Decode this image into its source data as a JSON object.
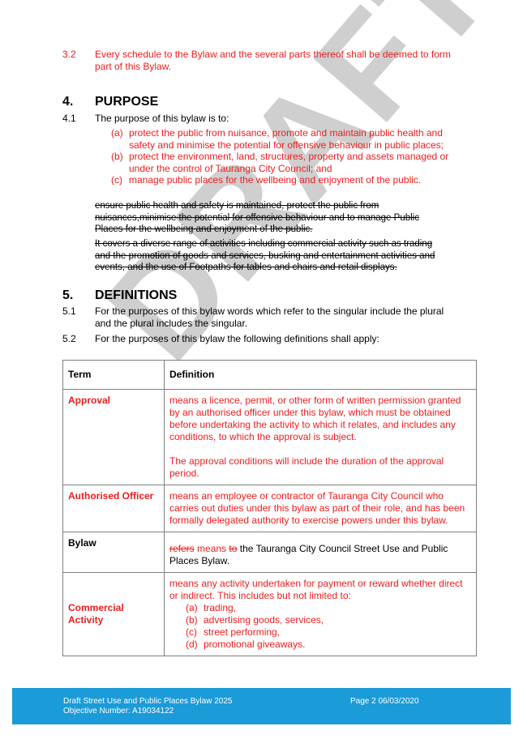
{
  "clause_3_2": {
    "num": "3.2",
    "text_line1": "Every schedule to the Bylaw and the several parts thereof shall be deemed to form",
    "text_line2": "part of this Bylaw."
  },
  "section4": {
    "num": "4.",
    "title": "PURPOSE",
    "clause": {
      "num": "4.1",
      "text": "The purpose of this bylaw is to:"
    },
    "items": [
      {
        "n": "(a)",
        "line1": "protect the public from nuisance, promote and maintain public health and",
        "line2": "safety and minimise the potential for offensive behaviour in public places;"
      },
      {
        "n": "(b)",
        "line1": "protect the environment, land, structures, property and assets managed or",
        "line2": "under the control of Tauranga City Council; and"
      },
      {
        "n": "(c)",
        "line1": "manage public places for the wellbeing and enjoyment of the public.",
        "line2": ""
      }
    ],
    "deleted_para1": [
      "ensure public health and safety is maintained, protect the public from",
      "nuisances,minimise the potential for offensive behaviour and to manage Public",
      "Places for the wellbeing and enjoyment of the public."
    ],
    "deleted_para2": [
      "It covers a diverse range of activities including commercial activity such as trading",
      "and the promotion of goods and services, busking and entertainment activities and",
      "events, and the use of Footpaths for tables and chairs and retail displays."
    ]
  },
  "section5": {
    "num": "5.",
    "title": "DEFINITIONS",
    "clause1": {
      "num": "5.1",
      "line1": "For the purposes of this bylaw words which refer to the singular include the plural",
      "line2": "and the plural includes the singular."
    },
    "clause2": {
      "num": "5.2",
      "text": "For the purposes of this bylaw the following definitions shall apply:"
    }
  },
  "table": {
    "header_term": "Term",
    "header_def": "Definition",
    "approval": {
      "term": "Approval",
      "def1": "means a licence, permit, or other form of written permission granted by an authorised officer under this bylaw, which must be obtained before undertaking the activity to which it relates, and includes any conditions, to which the approval is subject.",
      "def2": "The approval conditions will include the duration of the approval period."
    },
    "authorised_officer": {
      "term": "Authorised Officer",
      "def": "means an employee or contractor of Tauranga City Council who carries out duties under this bylaw as part of their role, and has been formally delegated authority to exercise powers under this bylaw."
    },
    "bylaw": {
      "term": "Bylaw",
      "del1": "refers",
      "ins": "means",
      "del2": "to",
      "rest": "the Tauranga City Council Street Use and Public Places Bylaw."
    },
    "commercial_activity": {
      "term": "Commercial Activity",
      "intro": "means any activity undertaken for payment or reward whether direct or indirect. This includes but not limited to:",
      "items": [
        {
          "n": "(a)",
          "t": "trading,"
        },
        {
          "n": "(b)",
          "t": "advertising goods, services,"
        },
        {
          "n": "(c)",
          "t": "street performing,"
        },
        {
          "n": "(d)",
          "t": "promotional giveaways."
        }
      ]
    }
  },
  "footer": {
    "title": "Draft Street Use and Public Places Bylaw 2025",
    "objective": "Objective Number: A19034122",
    "page": "Page 2 06/03/2020"
  },
  "watermark": "DRAFT",
  "colors": {
    "tracked_change": "#ee1c1c",
    "footer_bg": "#1b9bd8",
    "watermark": "#8c8c8c"
  }
}
